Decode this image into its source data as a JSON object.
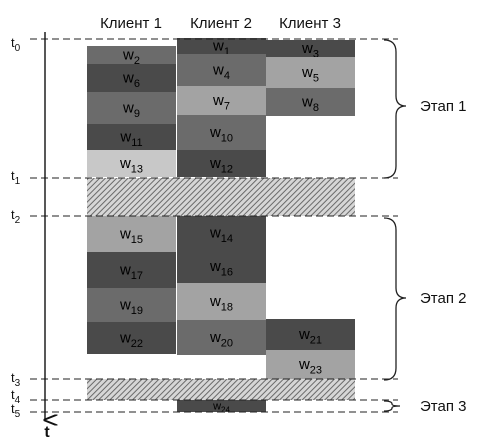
{
  "clients": [
    "Клиент 1",
    "Клиент 2",
    "Клиент 3"
  ],
  "axis_label": "t",
  "time_marks": [
    {
      "base": "t",
      "sub": "0"
    },
    {
      "base": "t",
      "sub": "1"
    },
    {
      "base": "t",
      "sub": "2"
    },
    {
      "base": "t",
      "sub": "3"
    },
    {
      "base": "t",
      "sub": "4"
    },
    {
      "base": "t",
      "sub": "5"
    }
  ],
  "stages": [
    {
      "label": "Этап 1"
    },
    {
      "label": "Этап 2"
    },
    {
      "label": "Этап 3"
    }
  ],
  "colors": {
    "dark": "#4a4a4a",
    "medium": "#6b6b6b",
    "light": "#a3a3a3",
    "lighter": "#c8c8c8",
    "hatch": "#8c8c8c",
    "line": "#222222"
  },
  "blocks": [
    {
      "client": 0,
      "label": "w",
      "sub": "2",
      "tone": "medium"
    },
    {
      "client": 0,
      "label": "w",
      "sub": "6",
      "tone": "dark"
    },
    {
      "client": 0,
      "label": "w",
      "sub": "9",
      "tone": "medium"
    },
    {
      "client": 0,
      "label": "w",
      "sub": "11",
      "tone": "dark"
    },
    {
      "client": 0,
      "label": "w",
      "sub": "13",
      "tone": "lighter"
    },
    {
      "client": 1,
      "label": "w",
      "sub": "1",
      "tone": "dark"
    },
    {
      "client": 1,
      "label": "w",
      "sub": "4",
      "tone": "medium"
    },
    {
      "client": 1,
      "label": "w",
      "sub": "7",
      "tone": "light"
    },
    {
      "client": 1,
      "label": "w",
      "sub": "10",
      "tone": "medium"
    },
    {
      "client": 1,
      "label": "w",
      "sub": "12",
      "tone": "dark"
    },
    {
      "client": 2,
      "label": "w",
      "sub": "3",
      "tone": "dark"
    },
    {
      "client": 2,
      "label": "w",
      "sub": "5",
      "tone": "light"
    },
    {
      "client": 2,
      "label": "w",
      "sub": "8",
      "tone": "medium"
    },
    {
      "client": 0,
      "label": "w",
      "sub": "15",
      "tone": "light"
    },
    {
      "client": 0,
      "label": "w",
      "sub": "17",
      "tone": "dark"
    },
    {
      "client": 0,
      "label": "w",
      "sub": "19",
      "tone": "medium"
    },
    {
      "client": 0,
      "label": "w",
      "sub": "22",
      "tone": "dark"
    },
    {
      "client": 1,
      "label": "w",
      "sub": "14",
      "tone": "dark"
    },
    {
      "client": 1,
      "label": "w",
      "sub": "16",
      "tone": "dark"
    },
    {
      "client": 1,
      "label": "w",
      "sub": "18",
      "tone": "light"
    },
    {
      "client": 1,
      "label": "w",
      "sub": "20",
      "tone": "medium"
    },
    {
      "client": 2,
      "label": "w",
      "sub": "21",
      "tone": "dark"
    },
    {
      "client": 2,
      "label": "w",
      "sub": "23",
      "tone": "light"
    },
    {
      "client": 1,
      "label": "w",
      "sub": "24",
      "tone": "dark"
    }
  ]
}
